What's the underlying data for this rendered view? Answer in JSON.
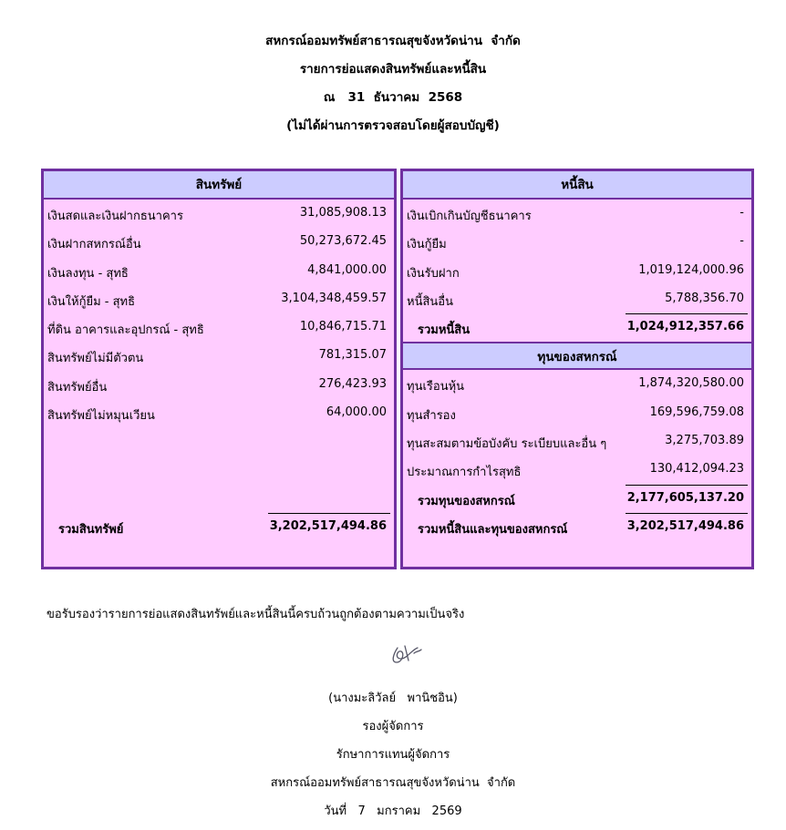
{
  "header": {
    "line1": "สหกรณ์ออมทรัพย์สาธารณสุขจังหวัดน่าน  จำกัด",
    "line2": "รายการย่อแสดงสินทรัพย์และหนี้สิน",
    "line3": "ณ   31  ธันวาคม  2568",
    "line4": "(ไม่ได้ผ่านการตรวจสอบโดยผู้สอบบัญชี)"
  },
  "assets": {
    "title": "สินทรัพย์",
    "items": [
      {
        "label": "เงินสดและเงินฝากธนาคาร",
        "amount": "31,085,908.13"
      },
      {
        "label": "เงินฝากสหกรณ์อื่น",
        "amount": "50,273,672.45"
      },
      {
        "label": "เงินลงทุน - สุทธิ",
        "amount": "4,841,000.00"
      },
      {
        "label": "เงินให้กู้ยืม - สุทธิ",
        "amount": "3,104,348,459.57"
      },
      {
        "label": "ที่ดิน อาคารและอุปกรณ์ - สุทธิ",
        "amount": "10,846,715.71"
      },
      {
        "label": "สินทรัพย์ไม่มีตัวตน",
        "amount": "781,315.07"
      },
      {
        "label": "สินทรัพย์อื่น",
        "amount": "276,423.93"
      },
      {
        "label": "สินทรัพย์ไม่หมุนเวียน",
        "amount": "64,000.00"
      }
    ],
    "total_label": "รวมสินทรัพย์",
    "total_amount": "3,202,517,494.86"
  },
  "liabilities": {
    "title": "หนี้สิน",
    "items": [
      {
        "label": "เงินเบิกเกินบัญชีธนาคาร",
        "amount": "-"
      },
      {
        "label": "เงินกู้ยืม",
        "amount": "-"
      },
      {
        "label": "เงินรับฝาก",
        "amount": "1,019,124,000.96"
      },
      {
        "label": "หนี้สินอื่น",
        "amount": "5,788,356.70"
      }
    ],
    "total_label": "รวมหนี้สิน",
    "total_amount": "1,024,912,357.66"
  },
  "capital": {
    "title": "ทุนของสหกรณ์",
    "items": [
      {
        "label": "ทุนเรือนหุ้น",
        "amount": "1,874,320,580.00"
      },
      {
        "label": "ทุนสำรอง",
        "amount": "169,596,759.08"
      },
      {
        "label": "ทุนสะสมตามข้อบังคับ ระเบียบและอื่น ๆ",
        "amount": "3,275,703.89"
      },
      {
        "label": "ประมาณการกำไรสุทธิ",
        "amount": "130,412,094.23"
      }
    ],
    "total_label": "รวมทุนของสหกรณ์",
    "total_amount": "2,177,605,137.20",
    "grand_label": "รวมหนี้สินและทุนของสหกรณ์",
    "grand_amount": "3,202,517,494.86"
  },
  "footer": {
    "certify": "ขอรับรองว่ารายการย่อแสดงสินทรัพย์และหนี้สินนี้ครบถ้วนถูกต้องตามความเป็นจริง",
    "name": "(นางมะลิวัลย์   พานิชอิน)",
    "position1": "รองผู้จัดการ",
    "position2": "รักษาการแทนผู้จัดการ",
    "org": "สหกรณ์ออมทรัพย์สาธารณสุขจังหวัดน่าน  จำกัด",
    "date": "วันที่   7   มกราคม   2569"
  },
  "colors": {
    "panel_bg": "#ffccff",
    "header_bg": "#ccccff",
    "border": "#7030a0"
  }
}
